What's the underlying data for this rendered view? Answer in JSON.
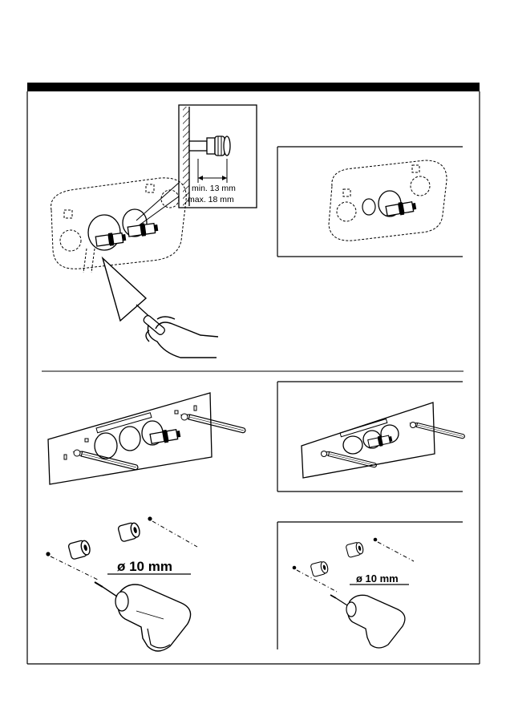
{
  "page": {
    "header_bar_color": "#000000",
    "line_color": "#000000",
    "watermark_color": "#cfd2f2",
    "watermark_text": ""
  },
  "panel_1": {
    "dim_min": "min. 13 mm",
    "dim_max": "max. 18 mm"
  },
  "panel_5": {
    "drill_size": "ø 10 mm"
  },
  "panel_6": {
    "drill_size": "ø 10 mm"
  }
}
